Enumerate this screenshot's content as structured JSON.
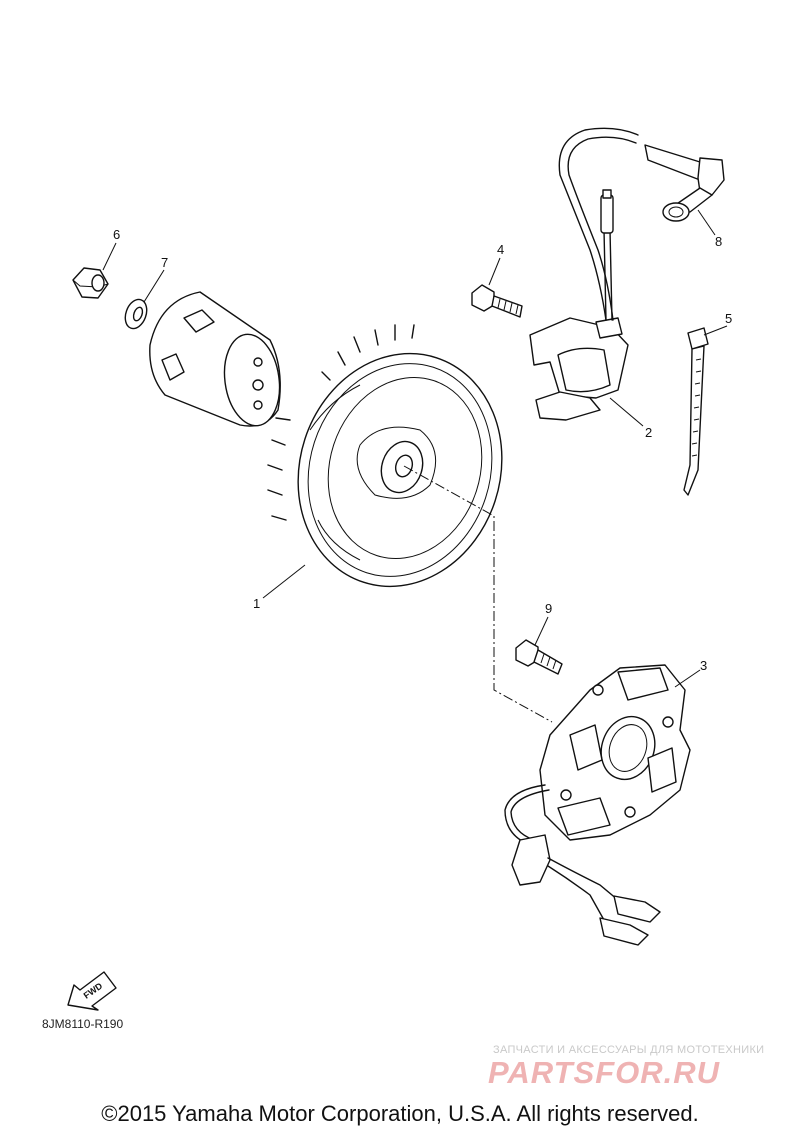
{
  "callouts": {
    "c1": "1",
    "c2": "2",
    "c3": "3",
    "c4": "4",
    "c5": "5",
    "c6": "6",
    "c7": "7",
    "c8": "8",
    "c9": "9"
  },
  "fwd_label": "FWD",
  "diagram_code": "8JM8110-R190",
  "watermark": {
    "tagline": "ЗАПЧАСТИ И АКСЕССУАРЫ ДЛЯ МОТОТЕХНИКИ",
    "logo": "PARTSFOR.RU"
  },
  "copyright": "©2015 Yamaha Motor Corporation, U.S.A. All rights reserved."
}
